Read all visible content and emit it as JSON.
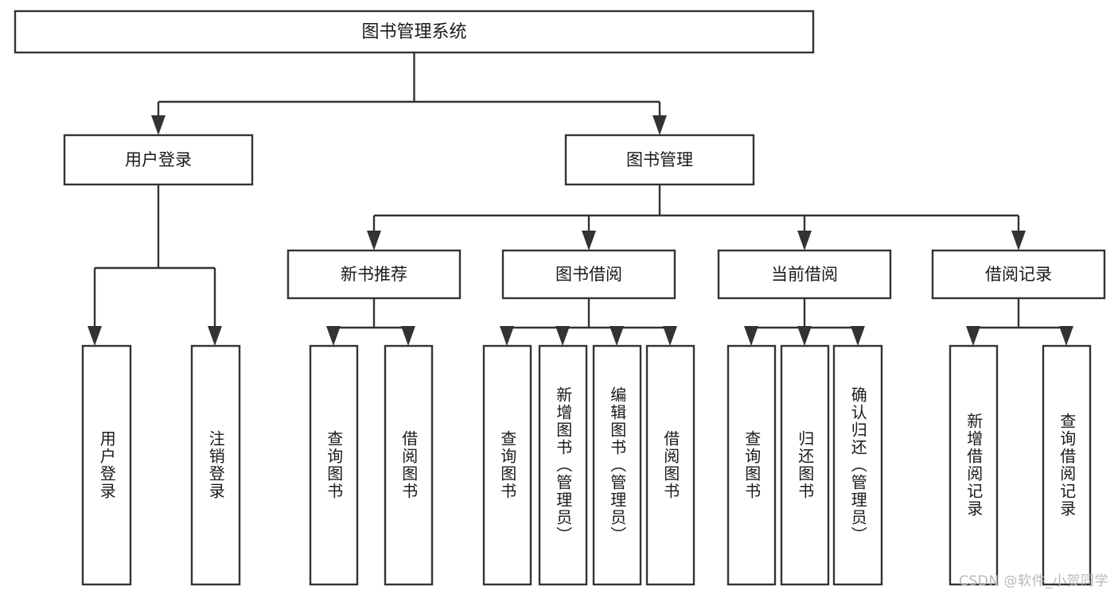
{
  "diagram": {
    "type": "tree-hierarchy-flowchart",
    "orientation": "top-down",
    "root": {
      "id": "root",
      "label": "图书管理系统"
    },
    "level1": [
      {
        "id": "user-login",
        "label": "用户登录"
      },
      {
        "id": "book-management",
        "label": "图书管理"
      }
    ],
    "level2": [
      {
        "id": "new-book-recommend",
        "label": "新书推荐",
        "parent": "book-management"
      },
      {
        "id": "book-borrow",
        "label": "图书借阅",
        "parent": "book-management"
      },
      {
        "id": "current-borrow",
        "label": "当前借阅",
        "parent": "book-management"
      },
      {
        "id": "borrow-record",
        "label": "借阅记录",
        "parent": "book-management"
      }
    ],
    "leaves": {
      "user-login": [
        {
          "id": "leaf-user-login",
          "label": "用户登录"
        },
        {
          "id": "leaf-logout",
          "label": "注销登录"
        }
      ],
      "new-book-recommend": [
        {
          "id": "leaf-query-book-1",
          "label": "查询图书"
        },
        {
          "id": "leaf-borrow-book-1",
          "label": "借阅图书"
        }
      ],
      "book-borrow": [
        {
          "id": "leaf-query-book-2",
          "label": "查询图书"
        },
        {
          "id": "leaf-add-book",
          "label": "新增图书（管理员）"
        },
        {
          "id": "leaf-edit-book",
          "label": "编辑图书（管理员）"
        },
        {
          "id": "leaf-borrow-book-2",
          "label": "借阅图书"
        }
      ],
      "current-borrow": [
        {
          "id": "leaf-query-book-3",
          "label": "查询图书"
        },
        {
          "id": "leaf-return-book",
          "label": "归还图书"
        },
        {
          "id": "leaf-confirm-return",
          "label": "确认归还（管理员）"
        }
      ],
      "borrow-record": [
        {
          "id": "leaf-add-record",
          "label": "新增借阅记录"
        },
        {
          "id": "leaf-query-record",
          "label": "查询借阅记录"
        }
      ]
    }
  },
  "colors": {
    "stroke": "#333333",
    "box_fill": "#ffffff",
    "text": "#1a1a1a",
    "background": "#ffffff",
    "watermark": "#b9b9b9"
  },
  "watermark": {
    "text": "CSDN @软件_小贺同学"
  }
}
